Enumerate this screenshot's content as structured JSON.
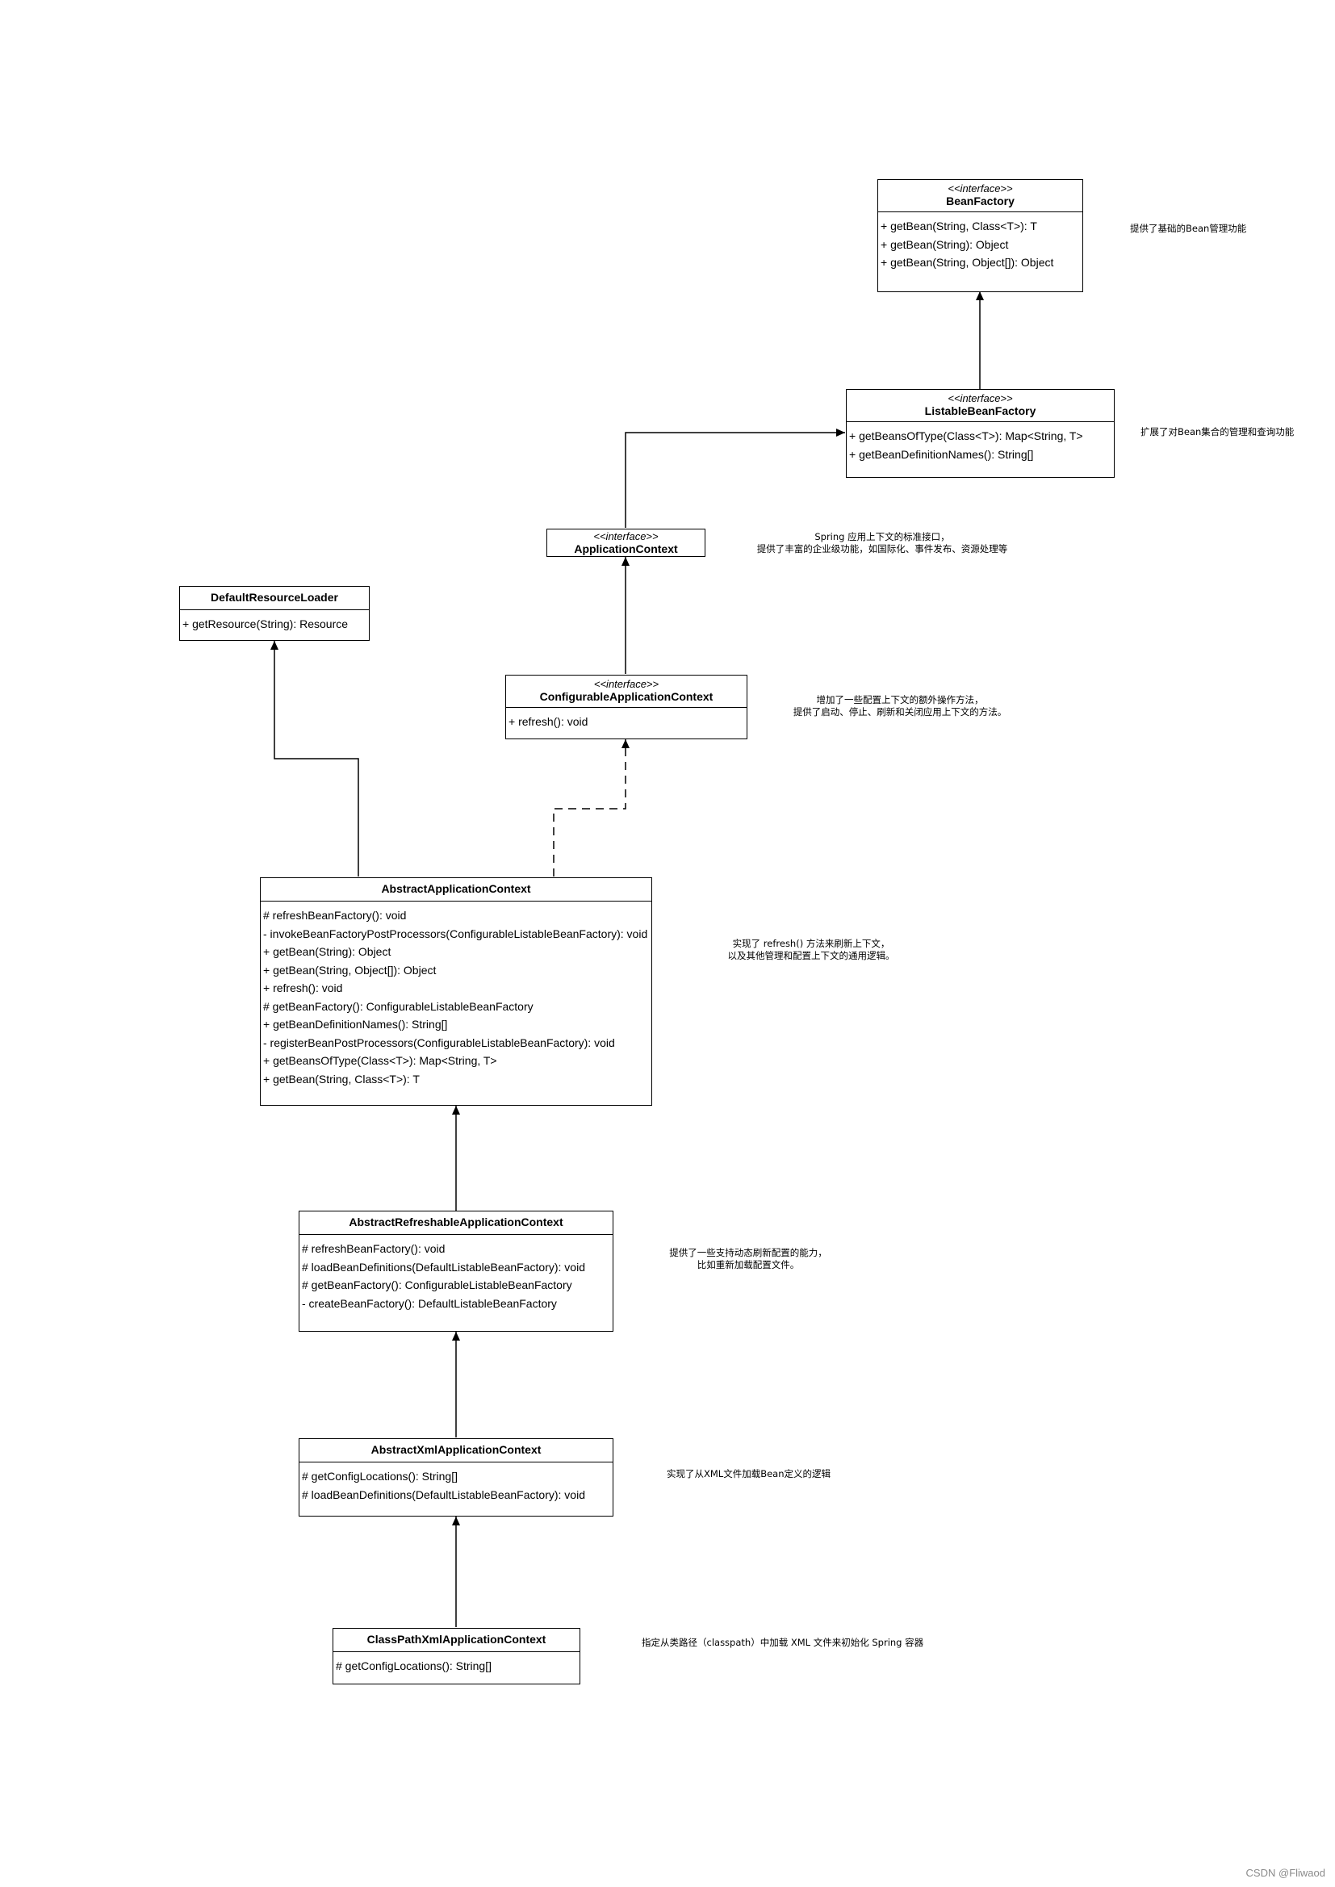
{
  "classes": {
    "bean_factory": {
      "stereotype": "<<interface>>",
      "name": "BeanFactory",
      "members": [
        "+ getBean(String, Class<T>): T",
        "+ getBean(String): Object",
        "+ getBean(String, Object[]): Object"
      ]
    },
    "listable_bean_factory": {
      "stereotype": "<<interface>>",
      "name": "ListableBeanFactory",
      "members": [
        "+ getBeansOfType(Class<T>): Map<String, T>",
        "+ getBeanDefinitionNames(): String[]"
      ]
    },
    "application_context": {
      "stereotype": "<<interface>>",
      "name": "ApplicationContext"
    },
    "default_resource_loader": {
      "name": "DefaultResourceLoader",
      "members": [
        "+ getResource(String): Resource"
      ]
    },
    "configurable_application_context": {
      "stereotype": "<<interface>>",
      "name": "ConfigurableApplicationContext",
      "members": [
        "+ refresh(): void"
      ]
    },
    "abstract_application_context": {
      "name": "AbstractApplicationContext",
      "members": [
        "# refreshBeanFactory(): void",
        "- invokeBeanFactoryPostProcessors(ConfigurableListableBeanFactory): void",
        "+ getBean(String): Object",
        "+ getBean(String, Object[]): Object",
        "+ refresh(): void",
        "# getBeanFactory(): ConfigurableListableBeanFactory",
        "+ getBeanDefinitionNames(): String[]",
        "- registerBeanPostProcessors(ConfigurableListableBeanFactory): void",
        "+ getBeansOfType(Class<T>): Map<String, T>",
        "+ getBean(String, Class<T>): T"
      ]
    },
    "abstract_refreshable_application_context": {
      "name": "AbstractRefreshableApplicationContext",
      "members": [
        "# refreshBeanFactory(): void",
        "# loadBeanDefinitions(DefaultListableBeanFactory): void",
        "# getBeanFactory(): ConfigurableListableBeanFactory",
        "- createBeanFactory(): DefaultListableBeanFactory"
      ]
    },
    "abstract_xml_application_context": {
      "name": "AbstractXmlApplicationContext",
      "members": [
        "# getConfigLocations(): String[]",
        "# loadBeanDefinitions(DefaultListableBeanFactory): void"
      ]
    },
    "class_path_xml_application_context": {
      "name": "ClassPathXmlApplicationContext",
      "members": [
        "# getConfigLocations(): String[]"
      ]
    }
  },
  "notes": {
    "bean_factory": [
      "提供了基础的Bean管理功能"
    ],
    "listable_bean_factory": [
      "扩展了对Bean集合的管理和查询功能"
    ],
    "application_context": [
      "Spring 应用上下文的标准接口，",
      "提供了丰富的企业级功能，如国际化、事件发布、资源处理等"
    ],
    "configurable_application_context": [
      "增加了一些配置上下文的额外操作方法，",
      "提供了启动、停止、刷新和关闭应用上下文的方法。"
    ],
    "abstract_application_context": [
      "实现了 refresh() 方法来刷新上下文，",
      "以及其他管理和配置上下文的通用逻辑。"
    ],
    "abstract_refreshable_application_context": [
      "提供了一些支持动态刷新配置的能力，",
      "比如重新加载配置文件。"
    ],
    "abstract_xml_application_context": [
      "实现了从XML文件加载Bean定义的逻辑"
    ],
    "class_path_xml_application_context": [
      "指定从类路径（classpath）中加载 XML 文件来初始化 Spring 容器"
    ]
  },
  "watermark": "CSDN @Fliwaod"
}
